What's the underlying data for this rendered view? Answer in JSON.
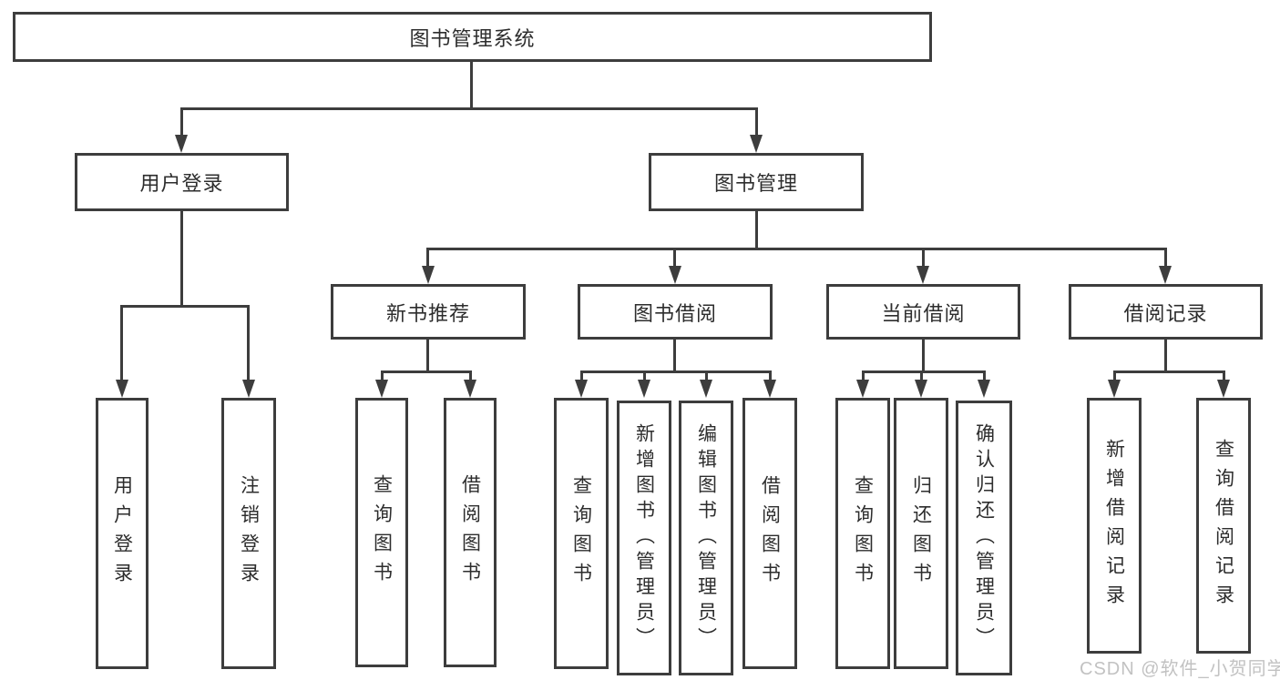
{
  "diagram_title": "图书管理系统",
  "colors": {
    "line": "#3d3d3d",
    "text": "#2d2d2d",
    "watermark": "#c2c2c2",
    "background": "#ffffff"
  },
  "tree": {
    "root": {
      "label": "图书管理系统",
      "children": [
        {
          "label": "用户登录",
          "children": [
            {
              "label": "用户登录"
            },
            {
              "label": "注销登录"
            }
          ]
        },
        {
          "label": "图书管理",
          "children": [
            {
              "label": "新书推荐",
              "children": [
                {
                  "label": "查询图书"
                },
                {
                  "label": "借阅图书"
                }
              ]
            },
            {
              "label": "图书借阅",
              "children": [
                {
                  "label": "查询图书"
                },
                {
                  "label": "新增图书（管理员）"
                },
                {
                  "label": "编辑图书（管理员）"
                },
                {
                  "label": "借阅图书"
                }
              ]
            },
            {
              "label": "当前借阅",
              "children": [
                {
                  "label": "查询图书"
                },
                {
                  "label": "归还图书"
                },
                {
                  "label": "确认归还（管理员）"
                }
              ]
            },
            {
              "label": "借阅记录",
              "children": [
                {
                  "label": "新增借阅记录"
                },
                {
                  "label": "查询借阅记录"
                }
              ]
            }
          ]
        }
      ]
    }
  },
  "watermark": {
    "text": "CSDN @软件_小贺同学"
  }
}
